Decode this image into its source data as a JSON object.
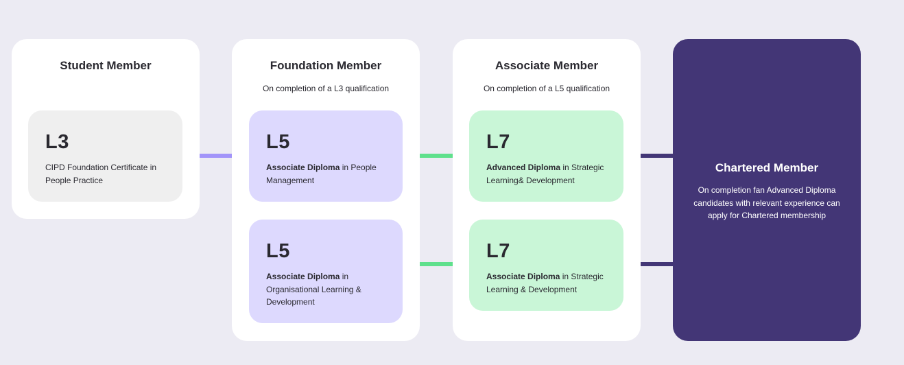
{
  "student": {
    "title": "Student Member",
    "qualification": {
      "level": "L3",
      "description": "CIPD Foundation Certificate in People Practice"
    }
  },
  "foundation": {
    "title": "Foundation Member",
    "subtitle": "On completion of a L3 qualification",
    "qualifications": [
      {
        "level": "L5",
        "bold": "Associate Diploma",
        "description": " in People Management"
      },
      {
        "level": "L5",
        "bold": "Associate Diploma",
        "description": " in Organisational Learning & Development"
      }
    ]
  },
  "associate": {
    "title": "Associate Member",
    "subtitle": "On completion of a L5 qualification",
    "qualifications": [
      {
        "level": "L7",
        "bold": "Advanced Diploma",
        "description": " in Strategic Learning& Development"
      },
      {
        "level": "L7",
        "bold": "Associate Diploma",
        "description": " in Strategic Learning & Development"
      }
    ]
  },
  "chartered": {
    "title": "Chartered Member",
    "description": "On completion fan Advanced Diploma candidates with relevant experience can apply for Chartered membership"
  },
  "colors": {
    "background": "#ecebf3",
    "card": "#ffffff",
    "grey_box": "#efefef",
    "purple_box": "#ddd9fe",
    "green_box": "#c9f6d7",
    "chartered": "#433676",
    "connector_purple": "#a294f9",
    "connector_green": "#5fe08c",
    "connector_dark": "#433676"
  }
}
